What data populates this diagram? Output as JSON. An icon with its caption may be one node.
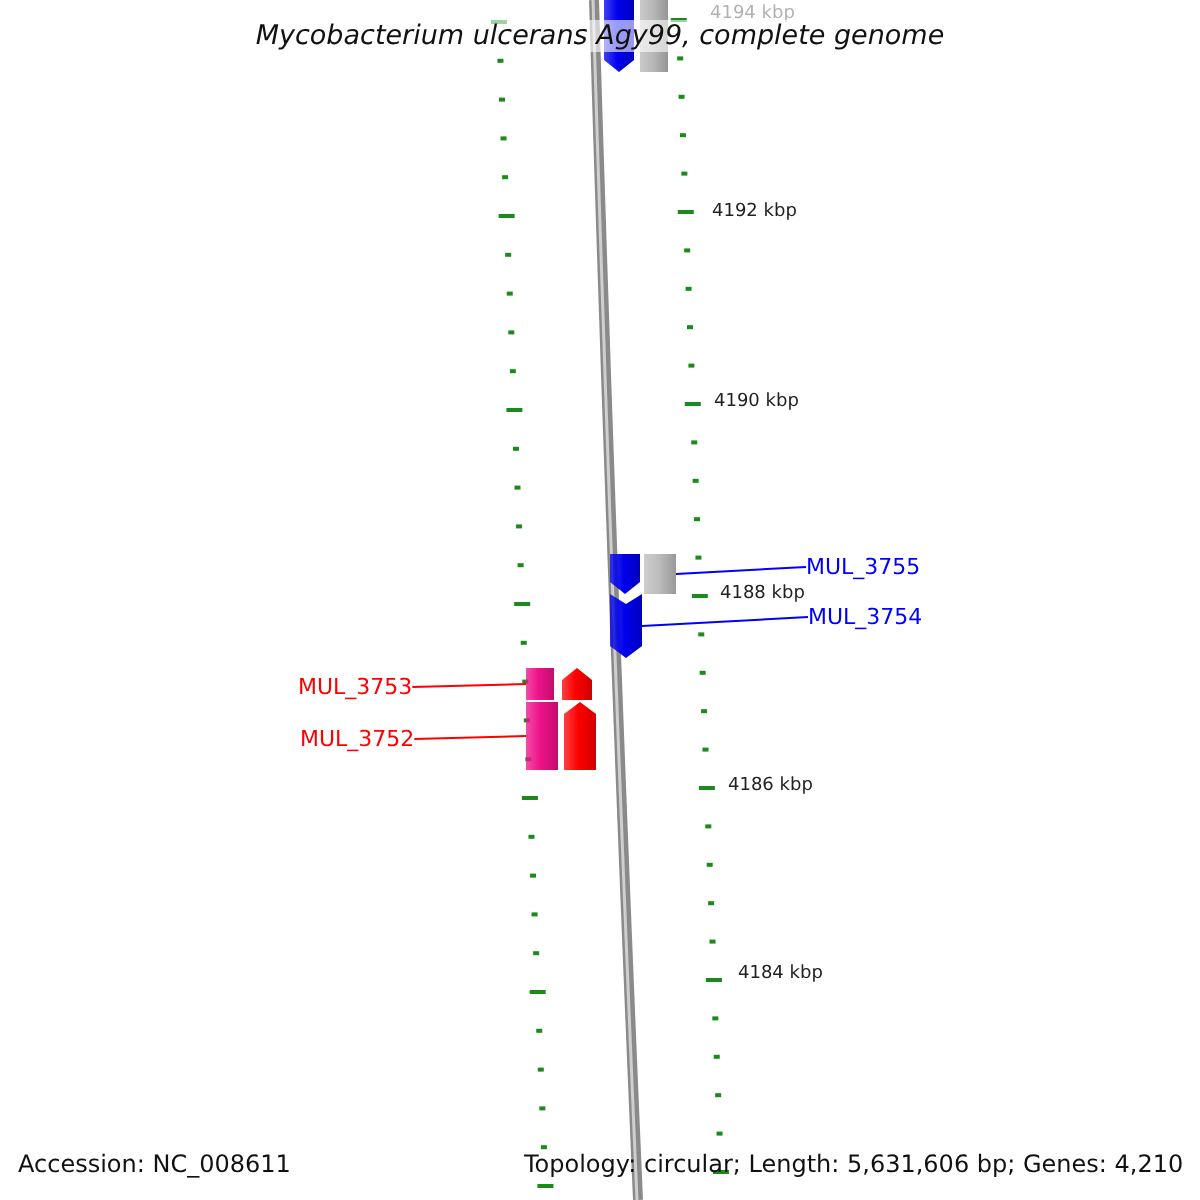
{
  "diagram": {
    "title": "Mycobacterium ulcerans Agy99, complete genome",
    "nodes": [
      {
        "text": [
          "MUL_3755"
        ]
      },
      {
        "text": [
          "MUL_3754"
        ]
      },
      {
        "text": [
          "MUL_3753"
        ]
      },
      {
        "text": [
          "MUL_3752"
        ]
      },
      {
        "text": [],
        "shape": "pentagon"
      },
      {
        "text": [],
        "shape": "bar"
      },
      {
        "text": [],
        "shape": "pentagon"
      },
      {
        "text": [],
        "shape": "bar"
      },
      {
        "text": [],
        "shape": "pentagon"
      },
      {
        "text": [],
        "shape": "bar"
      },
      {
        "text": [],
        "shape": "pentagon"
      },
      {
        "text": [],
        "shape": "bar"
      },
      {
        "text": [],
        "shape": "pentagon"
      }
    ],
    "edges": [
      {
        "from": 0,
        "to": 7,
        "arrow": "none",
        "color": "#0000ff"
      },
      {
        "from": 1,
        "to": 8,
        "arrow": "none",
        "color": "#0000ff"
      },
      {
        "from": 2,
        "to": 9,
        "arrow": "none",
        "color": "#ff0000"
      },
      {
        "from": 3,
        "to": 11,
        "arrow": "none",
        "color": "#ff0000"
      }
    ],
    "labels": [
      "4194 kbp",
      "4192 kbp",
      "4190 kbp",
      "4188 kbp",
      "4186 kbp",
      "4184 kbp",
      "Accession: NC_008611",
      "Topology: circular; Length: 5,631,606 bp; Genes: 4,210"
    ]
  }
}
